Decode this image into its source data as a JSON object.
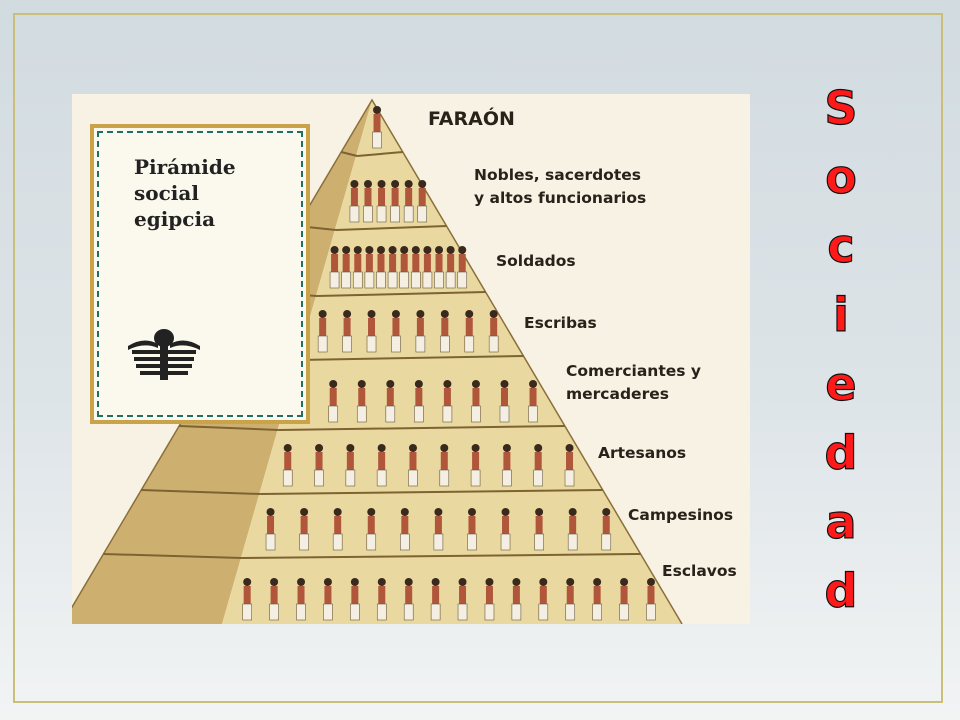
{
  "picture": {
    "title": "Pirámide\nsocial\negipcia",
    "levels": [
      {
        "label": "FARAÓN"
      },
      {
        "label": "Nobles, sacerdotes\ny altos funcionarios"
      },
      {
        "label": "Soldados"
      },
      {
        "label": "Escribas"
      },
      {
        "label": "Comerciantes y\nmercaderes"
      },
      {
        "label": "Artesanos"
      },
      {
        "label": "Campesinos"
      },
      {
        "label": "Esclavos"
      }
    ],
    "colors": {
      "pyramid_light": "#e9d9a0",
      "pyramid_dark": "#cdb070",
      "border_gold": "#c9a24a",
      "border_teal": "#1f6e6a"
    }
  },
  "vertical_title": {
    "letters": [
      "S",
      "o",
      "c",
      "i",
      "e",
      "d",
      "a",
      "d"
    ],
    "color": "#ff1a1a"
  }
}
